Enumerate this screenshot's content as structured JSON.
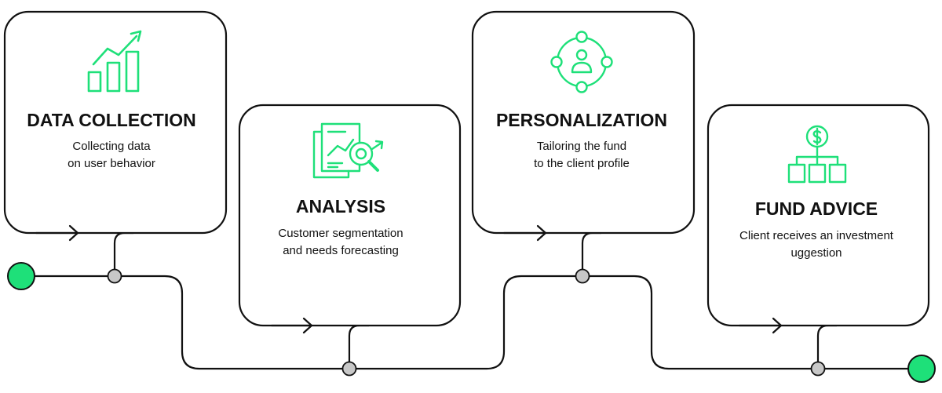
{
  "colors": {
    "accent": "#1ee079",
    "line": "#111111",
    "node_fill": "#c8c8c8",
    "background": "#ffffff"
  },
  "steps": [
    {
      "title": "DATA COLLECTION",
      "desc_line1": "Collecting data",
      "desc_line2": "on user behavior",
      "icon": "bar-chart-growth-icon"
    },
    {
      "title": "ANALYSIS",
      "desc_line1": "Customer segmentation",
      "desc_line2": "and needs forecasting",
      "icon": "report-magnifier-icon"
    },
    {
      "title": "PERSONALIZATION",
      "desc_line1": "Tailoring the fund",
      "desc_line2": "to the client profile",
      "icon": "user-orbit-icon"
    },
    {
      "title": "FUND ADVICE",
      "desc_line1": "Client receives an investment",
      "desc_line2": "uggestion",
      "icon": "dollar-hierarchy-icon"
    }
  ]
}
